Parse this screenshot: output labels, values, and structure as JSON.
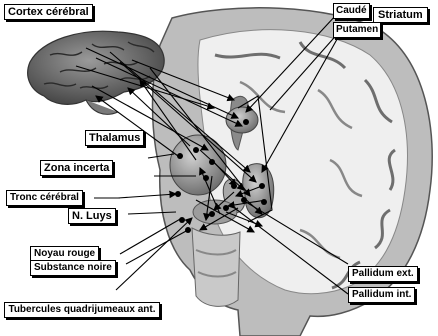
{
  "labels": {
    "cortex": "Cortex cérébral",
    "caude": "Caudé",
    "striatum": "Striatum",
    "putamen": "Putamen",
    "thalamus": "Thalamus",
    "zona_incerta": "Zona incerta",
    "tronc": "Tronc cérébral",
    "luys": "N. Luys",
    "noyau_rouge": "Noyau rouge",
    "substance_noire": "Substance noire",
    "pallidum_ext": "Pallidum ext.",
    "pallidum_int": "Pallidum int.",
    "tubercules": "Tubercules quadrijumeaux ant."
  }
}
